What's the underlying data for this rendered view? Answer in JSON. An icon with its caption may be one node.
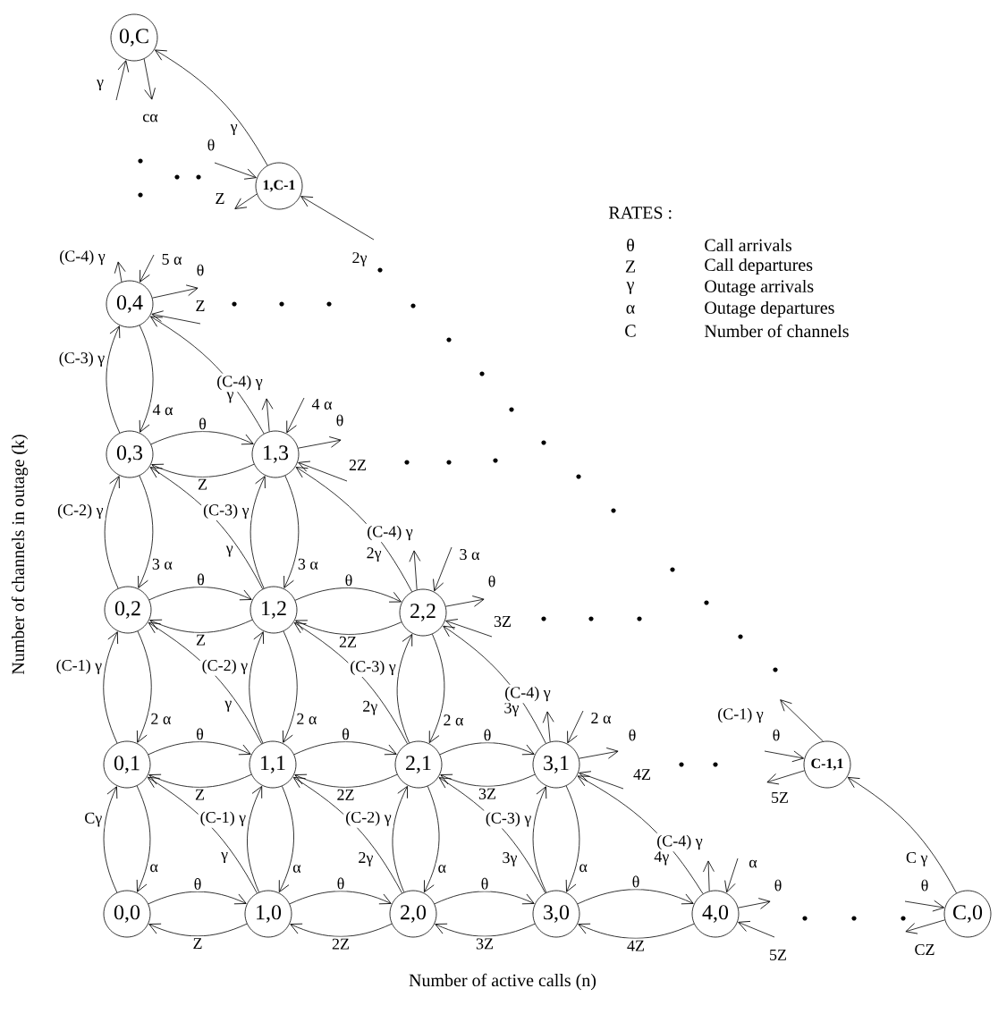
{
  "diagram": {
    "nodes": [
      {
        "text": [
          "0,C"
        ]
      },
      {
        "text": [
          "1,C-1"
        ]
      },
      {
        "text": [
          "0,4"
        ]
      },
      {
        "text": [
          "0,3"
        ]
      },
      {
        "text": [
          "1,3"
        ]
      },
      {
        "text": [
          "0,2"
        ]
      },
      {
        "text": [
          "1,2"
        ]
      },
      {
        "text": [
          "2,2"
        ]
      },
      {
        "text": [
          "0,1"
        ]
      },
      {
        "text": [
          "1,1"
        ]
      },
      {
        "text": [
          "2,1"
        ]
      },
      {
        "text": [
          "3,1"
        ]
      },
      {
        "text": [
          "C-1,1"
        ]
      },
      {
        "text": [
          "0,0"
        ]
      },
      {
        "text": [
          "1,0"
        ]
      },
      {
        "text": [
          "2,0"
        ]
      },
      {
        "text": [
          "3,0"
        ]
      },
      {
        "text": [
          "4,0"
        ]
      },
      {
        "text": [
          "C,0"
        ]
      }
    ],
    "edges": [
      {
        "from": null,
        "to": 0,
        "arrow": "to",
        "label": "γ"
      },
      {
        "from": 0,
        "to": null,
        "arrow": "to",
        "label": "cα"
      },
      {
        "from": 1,
        "to": 0,
        "arrow": "to",
        "label": "γ"
      },
      {
        "from": null,
        "to": 1,
        "arrow": "to",
        "label": "θ"
      },
      {
        "from": 1,
        "to": null,
        "arrow": "to",
        "label": "Z"
      },
      {
        "from": null,
        "to": 1,
        "arrow": "to",
        "label": "2γ"
      },
      {
        "from": 2,
        "to": null,
        "arrow": "to",
        "label": "(C-4) γ"
      },
      {
        "from": null,
        "to": 2,
        "arrow": "to",
        "label": "5 α"
      },
      {
        "from": 2,
        "to": null,
        "arrow": "to",
        "label": "θ"
      },
      {
        "from": null,
        "to": 2,
        "arrow": "to",
        "label": "Z"
      },
      {
        "from": 3,
        "to": 2,
        "arrow": "to",
        "label": "(C-3) γ"
      },
      {
        "from": 2,
        "to": 3,
        "arrow": "to",
        "label": "4 α"
      },
      {
        "from": 4,
        "to": 2,
        "arrow": "to",
        "label": "γ"
      },
      {
        "from": 3,
        "to": 4,
        "arrow": "to",
        "label": "θ"
      },
      {
        "from": 4,
        "to": 3,
        "arrow": "to",
        "label": "Z"
      },
      {
        "from": 4,
        "to": null,
        "arrow": "to",
        "label": "(C-4) γ"
      },
      {
        "from": null,
        "to": 4,
        "arrow": "to",
        "label": "4 α"
      },
      {
        "from": 4,
        "to": null,
        "arrow": "to",
        "label": "θ"
      },
      {
        "from": null,
        "to": 4,
        "arrow": "to",
        "label": "2Z"
      },
      {
        "from": 5,
        "to": 3,
        "arrow": "to",
        "label": "(C-2) γ"
      },
      {
        "from": 3,
        "to": 5,
        "arrow": "to",
        "label": "3 α"
      },
      {
        "from": 6,
        "to": 4,
        "arrow": "to",
        "label": "(C-3) γ"
      },
      {
        "from": 4,
        "to": 6,
        "arrow": "to",
        "label": "3 α"
      },
      {
        "from": 6,
        "to": 3,
        "arrow": "to",
        "label": "γ"
      },
      {
        "from": 7,
        "to": 4,
        "arrow": "to",
        "label": "2γ"
      },
      {
        "from": 5,
        "to": 6,
        "arrow": "to",
        "label": "θ"
      },
      {
        "from": 6,
        "to": 5,
        "arrow": "to",
        "label": "Z"
      },
      {
        "from": 6,
        "to": 7,
        "arrow": "to",
        "label": "θ"
      },
      {
        "from": 7,
        "to": 6,
        "arrow": "to",
        "label": "2Z"
      },
      {
        "from": 7,
        "to": null,
        "arrow": "to",
        "label": "(C-4) γ"
      },
      {
        "from": null,
        "to": 7,
        "arrow": "to",
        "label": "3 α"
      },
      {
        "from": 7,
        "to": null,
        "arrow": "to",
        "label": "θ"
      },
      {
        "from": null,
        "to": 7,
        "arrow": "to",
        "label": "3Z"
      },
      {
        "from": 8,
        "to": 5,
        "arrow": "to",
        "label": "(C-1) γ"
      },
      {
        "from": 5,
        "to": 8,
        "arrow": "to",
        "label": "2 α"
      },
      {
        "from": 9,
        "to": 6,
        "arrow": "to",
        "label": "(C-2) γ"
      },
      {
        "from": 6,
        "to": 9,
        "arrow": "to",
        "label": "2 α"
      },
      {
        "from": 10,
        "to": 7,
        "arrow": "to",
        "label": "(C-3) γ"
      },
      {
        "from": 7,
        "to": 10,
        "arrow": "to",
        "label": "2 α"
      },
      {
        "from": 9,
        "to": 5,
        "arrow": "to",
        "label": "γ"
      },
      {
        "from": 10,
        "to": 6,
        "arrow": "to",
        "label": "2γ"
      },
      {
        "from": 11,
        "to": 7,
        "arrow": "to",
        "label": "3γ"
      },
      {
        "from": 8,
        "to": 9,
        "arrow": "to",
        "label": "θ"
      },
      {
        "from": 9,
        "to": 8,
        "arrow": "to",
        "label": "Z"
      },
      {
        "from": 9,
        "to": 10,
        "arrow": "to",
        "label": "θ"
      },
      {
        "from": 10,
        "to": 9,
        "arrow": "to",
        "label": "2Z"
      },
      {
        "from": 10,
        "to": 11,
        "arrow": "to",
        "label": "θ"
      },
      {
        "from": 11,
        "to": 10,
        "arrow": "to",
        "label": "3Z"
      },
      {
        "from": 11,
        "to": null,
        "arrow": "to",
        "label": "(C-4) γ"
      },
      {
        "from": null,
        "to": 11,
        "arrow": "to",
        "label": "2 α"
      },
      {
        "from": 11,
        "to": null,
        "arrow": "to",
        "label": "θ"
      },
      {
        "from": null,
        "to": 11,
        "arrow": "to",
        "label": "4Z"
      },
      {
        "from": null,
        "to": 12,
        "arrow": "to",
        "label": "θ"
      },
      {
        "from": 12,
        "to": null,
        "arrow": "to",
        "label": "5Z"
      },
      {
        "from": 12,
        "to": null,
        "arrow": "to",
        "label": "(C-1) γ"
      },
      {
        "from": 13,
        "to": 8,
        "arrow": "to",
        "label": "Cγ"
      },
      {
        "from": 8,
        "to": 13,
        "arrow": "to",
        "label": "α"
      },
      {
        "from": 14,
        "to": 9,
        "arrow": "to",
        "label": "(C-1) γ"
      },
      {
        "from": 9,
        "to": 14,
        "arrow": "to",
        "label": "α"
      },
      {
        "from": 15,
        "to": 10,
        "arrow": "to",
        "label": "(C-2) γ"
      },
      {
        "from": 10,
        "to": 15,
        "arrow": "to",
        "label": "α"
      },
      {
        "from": 16,
        "to": 11,
        "arrow": "to",
        "label": "(C-3) γ"
      },
      {
        "from": 11,
        "to": 16,
        "arrow": "to",
        "label": "α"
      },
      {
        "from": 14,
        "to": 8,
        "arrow": "to",
        "label": "γ"
      },
      {
        "from": 15,
        "to": 9,
        "arrow": "to",
        "label": "2γ"
      },
      {
        "from": 16,
        "to": 10,
        "arrow": "to",
        "label": "3γ"
      },
      {
        "from": 17,
        "to": 11,
        "arrow": "to",
        "label": "4γ"
      },
      {
        "from": 18,
        "to": 12,
        "arrow": "to",
        "label": "C γ"
      },
      {
        "from": 13,
        "to": 14,
        "arrow": "to",
        "label": "θ"
      },
      {
        "from": 14,
        "to": 13,
        "arrow": "to",
        "label": "Z"
      },
      {
        "from": 14,
        "to": 15,
        "arrow": "to",
        "label": "θ"
      },
      {
        "from": 15,
        "to": 14,
        "arrow": "to",
        "label": "2Z"
      },
      {
        "from": 15,
        "to": 16,
        "arrow": "to",
        "label": "θ"
      },
      {
        "from": 16,
        "to": 15,
        "arrow": "to",
        "label": "3Z"
      },
      {
        "from": 16,
        "to": 17,
        "arrow": "to",
        "label": "θ"
      },
      {
        "from": 17,
        "to": 16,
        "arrow": "to",
        "label": "4Z"
      },
      {
        "from": 17,
        "to": null,
        "arrow": "to",
        "label": "(C-4) γ"
      },
      {
        "from": null,
        "to": 17,
        "arrow": "to",
        "label": "α"
      },
      {
        "from": 17,
        "to": null,
        "arrow": "to",
        "label": "θ"
      },
      {
        "from": null,
        "to": 17,
        "arrow": "to",
        "label": "5Z"
      },
      {
        "from": null,
        "to": 18,
        "arrow": "to",
        "label": "θ"
      },
      {
        "from": 18,
        "to": null,
        "arrow": "to",
        "label": "CZ"
      }
    ],
    "labels": [
      "RATES :",
      "θ",
      "Call arrivals",
      "Z",
      "Call departures",
      "γ",
      "Outage arrivals",
      "α",
      "Outage departures",
      "C",
      "Number of channels",
      "Number of channels in outage (k)",
      "Number of active calls  (n)"
    ]
  }
}
